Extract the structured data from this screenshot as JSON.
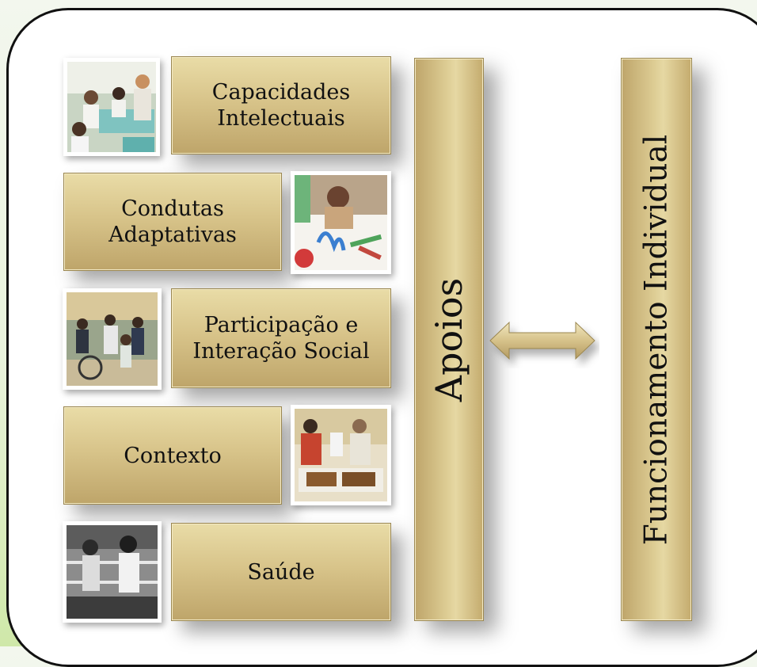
{
  "boxes": [
    {
      "label": "Capacidades\nIntelectuais"
    },
    {
      "label": "Condutas\nAdaptativas"
    },
    {
      "label": "Participação e\nInteração Social"
    },
    {
      "label": "Contexto"
    },
    {
      "label": "Saúde"
    }
  ],
  "supports_label": "Apoios",
  "functioning_label": "Funcionamento Individual",
  "colors": {
    "gold": "#d8c48a",
    "frame": "#111111",
    "background": "#e9f3dc"
  }
}
